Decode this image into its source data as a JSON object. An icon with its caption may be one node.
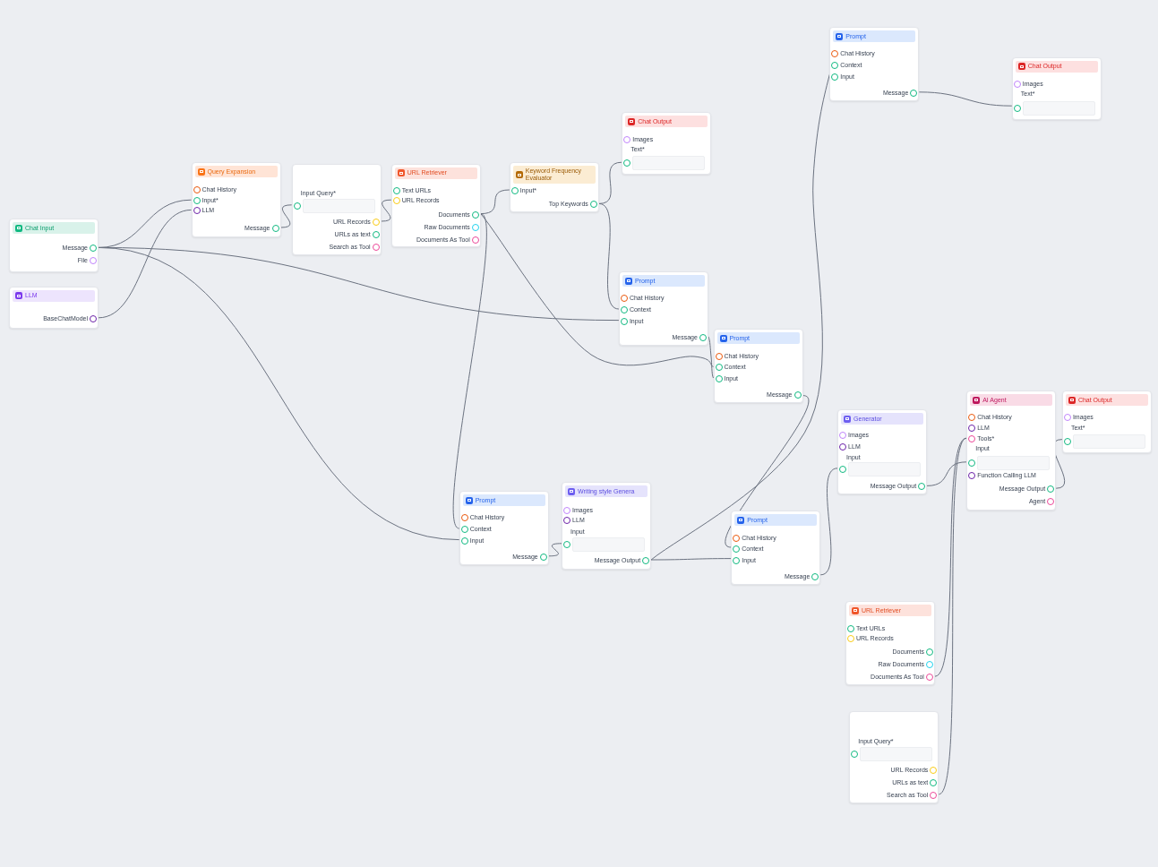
{
  "diagram": {
    "nodes": [
      {
        "text": [
          "Chat Input",
          "Message",
          "File"
        ]
      },
      {
        "text": [
          "LLM",
          "BaseChatModel"
        ]
      },
      {
        "text": [
          "Query Expansion",
          "Chat History",
          "Input*",
          "LLM",
          "Message"
        ]
      },
      {
        "text": [
          "Input Query*",
          "URL Records",
          "URLs as text",
          "Search as Tool"
        ]
      },
      {
        "text": [
          "URL Retriever",
          "Text URLs",
          "URL Records",
          "Documents",
          "Raw Documents",
          "Documents As Tool"
        ]
      },
      {
        "text": [
          "Keyword Frequency Evaluator",
          "Input*",
          "Top Keywords"
        ]
      },
      {
        "text": [
          "Chat Output",
          "Images",
          "Text*"
        ]
      },
      {
        "text": [
          "Prompt",
          "Chat History",
          "Context",
          "Input",
          "Message"
        ]
      },
      {
        "text": [
          "Chat Output",
          "Images",
          "Text*"
        ]
      },
      {
        "text": [
          "Prompt",
          "Chat History",
          "Context",
          "Input",
          "Message"
        ]
      },
      {
        "text": [
          "Prompt",
          "Chat History",
          "Context",
          "Input",
          "Message"
        ]
      },
      {
        "text": [
          "Prompt",
          "Chat History",
          "Context",
          "Input",
          "Message"
        ]
      },
      {
        "text": [
          "Writing style Genera",
          "Images",
          "LLM",
          "Input",
          "Message Output"
        ]
      },
      {
        "text": [
          "Prompt",
          "Chat History",
          "Context",
          "Input",
          "Message"
        ]
      },
      {
        "text": [
          "Generator",
          "Images",
          "LLM",
          "Input",
          "Message Output"
        ]
      },
      {
        "text": [
          "AI Agent",
          "Chat History",
          "LLM",
          "Tools*",
          "Input",
          "Function Calling LLM",
          "Message Output",
          "Agent"
        ]
      },
      {
        "text": [
          "Chat Output",
          "Images",
          "Text*"
        ]
      },
      {
        "text": [
          "URL Retriever",
          "Text URLs",
          "URL Records",
          "Documents",
          "Raw Documents",
          "Documents As Tool"
        ]
      },
      {
        "text": [
          "Input Query*",
          "URL Records",
          "URLs as text",
          "Search as Tool"
        ]
      }
    ],
    "edges": [
      {
        "from": 0,
        "to": 2,
        "arrow": "none"
      },
      {
        "from": 1,
        "to": 2,
        "arrow": "none"
      },
      {
        "from": 2,
        "to": 3,
        "arrow": "none"
      },
      {
        "from": 3,
        "to": 4,
        "arrow": "none"
      },
      {
        "from": 4,
        "to": 5,
        "arrow": "none"
      },
      {
        "from": 5,
        "to": 6,
        "arrow": "none"
      },
      {
        "from": 5,
        "to": 9,
        "arrow": "none"
      },
      {
        "from": 0,
        "to": 9,
        "arrow": "none"
      },
      {
        "from": 4,
        "to": 10,
        "arrow": "none"
      },
      {
        "from": 4,
        "to": 11,
        "arrow": "none"
      },
      {
        "from": 0,
        "to": 11,
        "arrow": "none"
      },
      {
        "from": 9,
        "to": 10,
        "arrow": "none"
      },
      {
        "from": 11,
        "to": 12,
        "arrow": "none"
      },
      {
        "from": 12,
        "to": 7,
        "arrow": "none"
      },
      {
        "from": 12,
        "to": 13,
        "arrow": "none"
      },
      {
        "from": 10,
        "to": 13,
        "arrow": "none"
      },
      {
        "from": 7,
        "to": 8,
        "arrow": "none"
      },
      {
        "from": 13,
        "to": 14,
        "arrow": "none"
      },
      {
        "from": 14,
        "to": 15,
        "arrow": "none"
      },
      {
        "from": 15,
        "to": 16,
        "arrow": "none"
      },
      {
        "from": 17,
        "to": 15,
        "arrow": "none"
      },
      {
        "from": 18,
        "to": 15,
        "arrow": "none"
      }
    ]
  }
}
